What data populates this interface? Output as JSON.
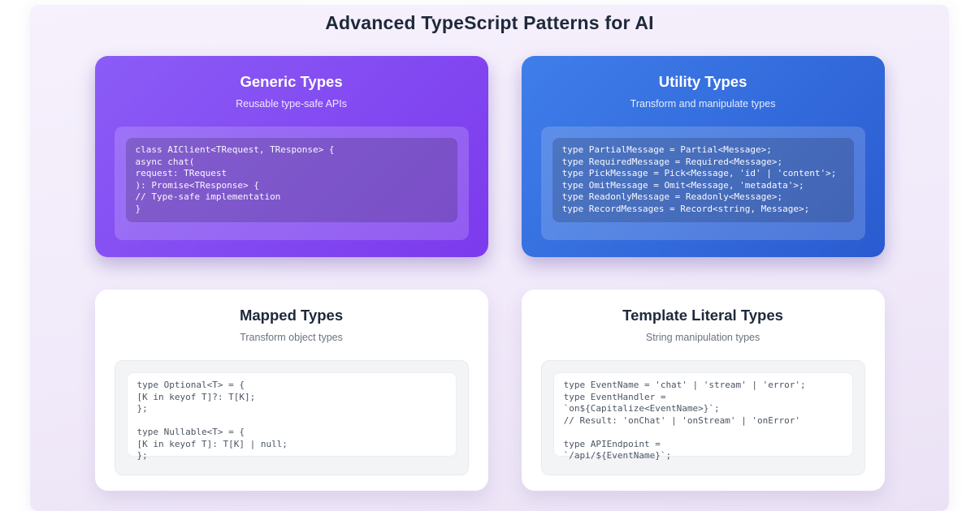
{
  "page": {
    "title": "Advanced TypeScript Patterns for AI"
  },
  "colors": {
    "page_background": "#f1eafa",
    "body_background": "#ffffff",
    "title_text": "#1e293b",
    "subtitle_gray": "#6b7280",
    "code_text_light_cards": "#4b5563"
  },
  "cards": [
    {
      "id": "generic-types",
      "title": "Generic Types",
      "subtitle": "Reusable type-safe APIs",
      "theme": "purple",
      "gradient_from": "#8b5cf6",
      "gradient_to": "#7c3aed",
      "code_lines": [
        "class AIClient<TRequest, TResponse> {",
        "async chat(",
        "request: TRequest",
        "): Promise<TResponse> {",
        "// Type-safe implementation",
        "}"
      ]
    },
    {
      "id": "utility-types",
      "title": "Utility Types",
      "subtitle": "Transform and manipulate types",
      "theme": "blue",
      "gradient_from": "#3f7eea",
      "gradient_to": "#2a5bd0",
      "code_lines": [
        "type PartialMessage = Partial<Message>;",
        "type RequiredMessage = Required<Message>;",
        "type PickMessage = Pick<Message, 'id' | 'content'>;",
        "type OmitMessage = Omit<Message, 'metadata'>;",
        "type ReadonlyMessage = Readonly<Message>;",
        "type RecordMessages = Record<string, Message>;"
      ]
    },
    {
      "id": "mapped-types",
      "title": "Mapped Types",
      "subtitle": "Transform object types",
      "theme": "light",
      "code_lines": [
        "type Optional<T> = {",
        "[K in keyof T]?: T[K];",
        "};",
        "",
        "type Nullable<T> = {",
        "[K in keyof T]: T[K] | null;",
        "};"
      ]
    },
    {
      "id": "template-literal-types",
      "title": "Template Literal Types",
      "subtitle": "String manipulation types",
      "theme": "light",
      "code_lines": [
        "type EventName = 'chat' | 'stream' | 'error';",
        "type EventHandler = ",
        "`on${Capitalize<EventName>}`;",
        "// Result: 'onChat' | 'onStream' | 'onError'",
        "",
        "type APIEndpoint = ",
        "`/api/${EventName}`;"
      ]
    }
  ]
}
